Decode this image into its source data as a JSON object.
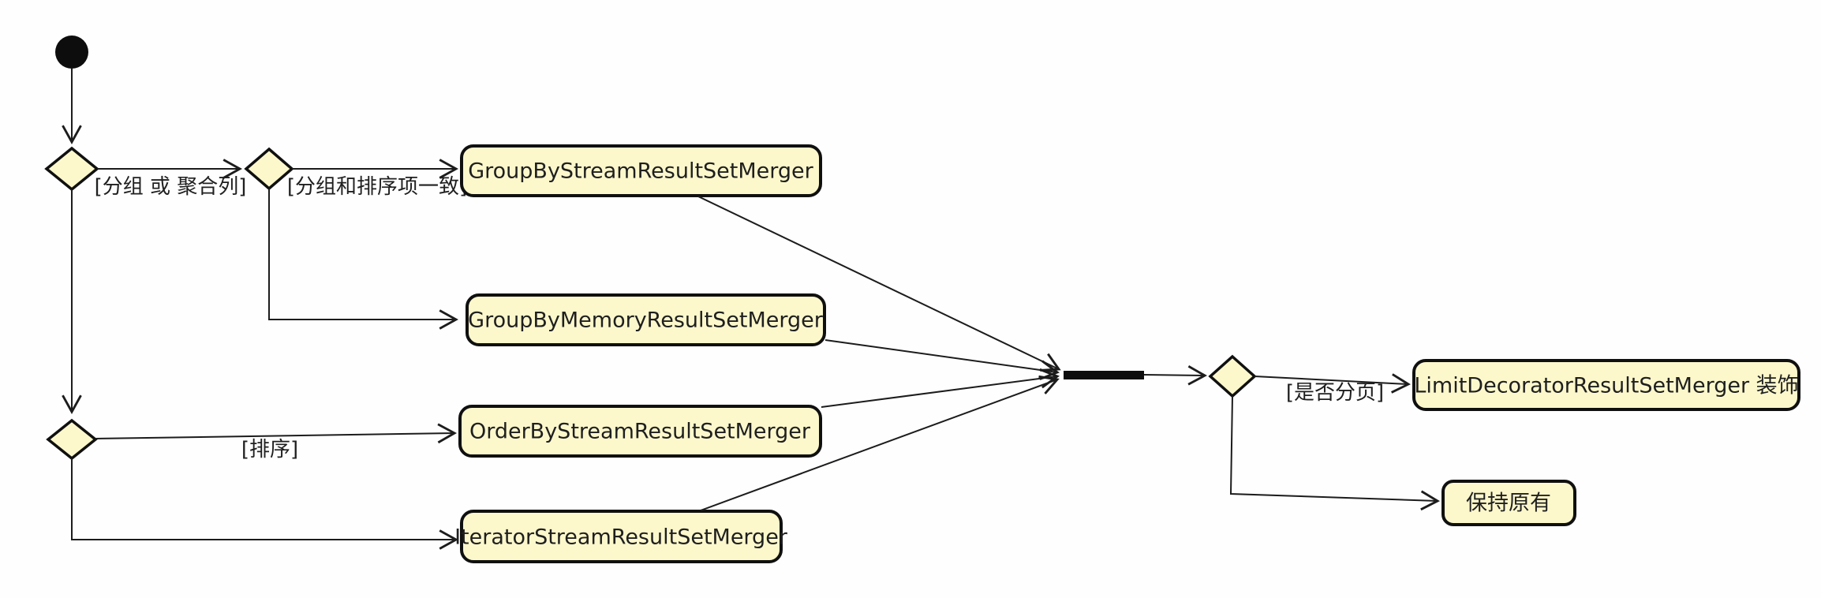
{
  "diagram": {
    "type": "uml-activity-diagram",
    "colors": {
      "bg": "#fefefe",
      "node_fill": "#fcf8cc",
      "node_border": "#101010",
      "edge": "#1c1c1c",
      "text": "#1f1f1f",
      "start": "#0d0d0d",
      "join_bar": "#0d0d0d"
    },
    "activities": [
      {
        "id": "group_by_stream",
        "label": "GroupByStreamResultSetMerger"
      },
      {
        "id": "group_by_memory",
        "label": "GroupByMemoryResultSetMerger"
      },
      {
        "id": "order_by_stream",
        "label": "OrderByStreamResultSetMerger"
      },
      {
        "id": "iterator_stream",
        "label": "IteratorStreamResultSetMerger"
      },
      {
        "id": "limit_decorator",
        "label": "LimitDecoratorResultSetMerger 装饰"
      },
      {
        "id": "keep_original",
        "label": "保持原有"
      }
    ],
    "guards": [
      {
        "id": "group_or_aggregation",
        "label": "[分组 或 聚合列]"
      },
      {
        "id": "group_order_consistent",
        "label": "[分组和排序项一致]"
      },
      {
        "id": "order_by",
        "label": "[排序]"
      },
      {
        "id": "is_paging",
        "label": "[是否分页]"
      }
    ]
  }
}
